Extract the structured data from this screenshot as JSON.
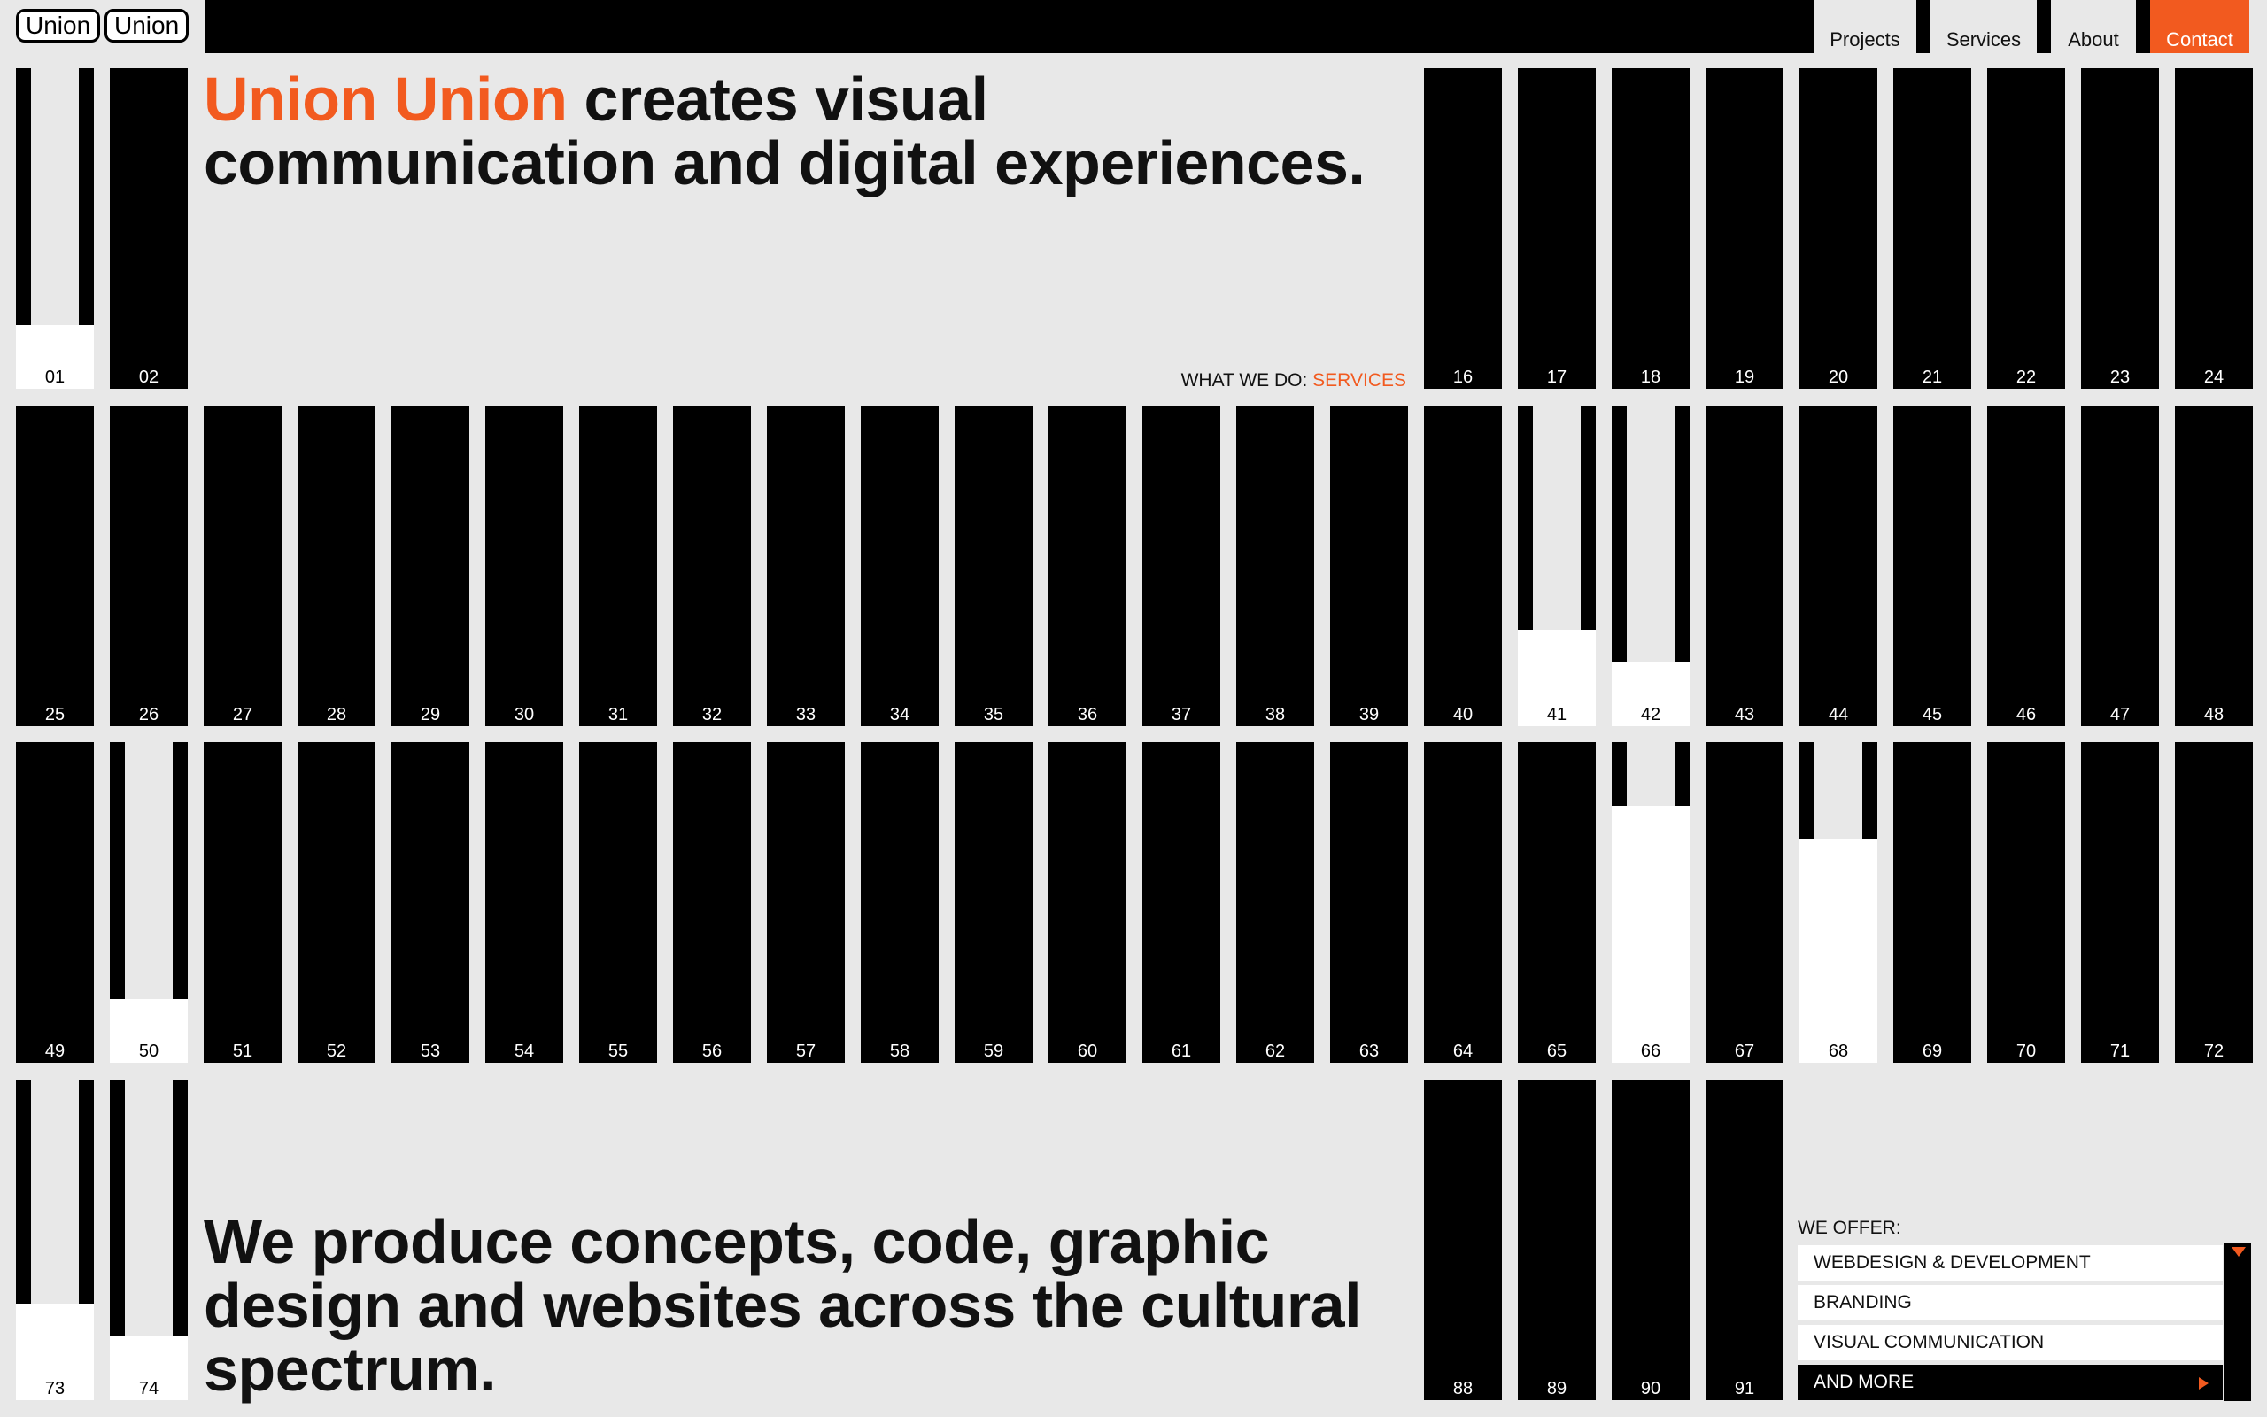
{
  "brand": {
    "logo_left": "Union",
    "logo_right": "Union"
  },
  "nav": {
    "projects": "Projects",
    "services": "Services",
    "about": "About",
    "contact": "Contact"
  },
  "colors": {
    "accent": "#f25a1f",
    "background": "#e8e8e8",
    "ink": "#000000"
  },
  "hero": {
    "accent_text": "Union Union",
    "text": " creates visual communication and digital experiences."
  },
  "what_we_do": {
    "label": "WHAT WE DO: ",
    "link": "SERVICES"
  },
  "produce": {
    "text": "We produce concepts, code, graphic design and websites across the cultural spectrum."
  },
  "offer": {
    "label": "WE OFFER:",
    "items": [
      "WEBDESIGN & DEVELOPMENT",
      "BRANDING",
      "VISUAL COMMUNICATION",
      "AND MORE"
    ],
    "active_index": 3
  },
  "grid": {
    "labels": [
      "01",
      "02",
      "16",
      "17",
      "18",
      "19",
      "20",
      "21",
      "22",
      "23",
      "24",
      "25",
      "26",
      "27",
      "28",
      "29",
      "30",
      "31",
      "32",
      "33",
      "34",
      "35",
      "36",
      "37",
      "38",
      "39",
      "40",
      "41",
      "42",
      "43",
      "44",
      "45",
      "46",
      "47",
      "48",
      "49",
      "50",
      "51",
      "52",
      "53",
      "54",
      "55",
      "56",
      "57",
      "58",
      "59",
      "60",
      "61",
      "62",
      "63",
      "64",
      "65",
      "66",
      "67",
      "68",
      "69",
      "70",
      "71",
      "72",
      "73",
      "74",
      "88",
      "89",
      "90",
      "91"
    ],
    "fill_levels": {
      "01": 0.2,
      "41": 0.3,
      "42": 0.2,
      "50": 0.2,
      "66": 0.8,
      "68": 0.7,
      "73": 0.3,
      "74": 0.2
    }
  }
}
